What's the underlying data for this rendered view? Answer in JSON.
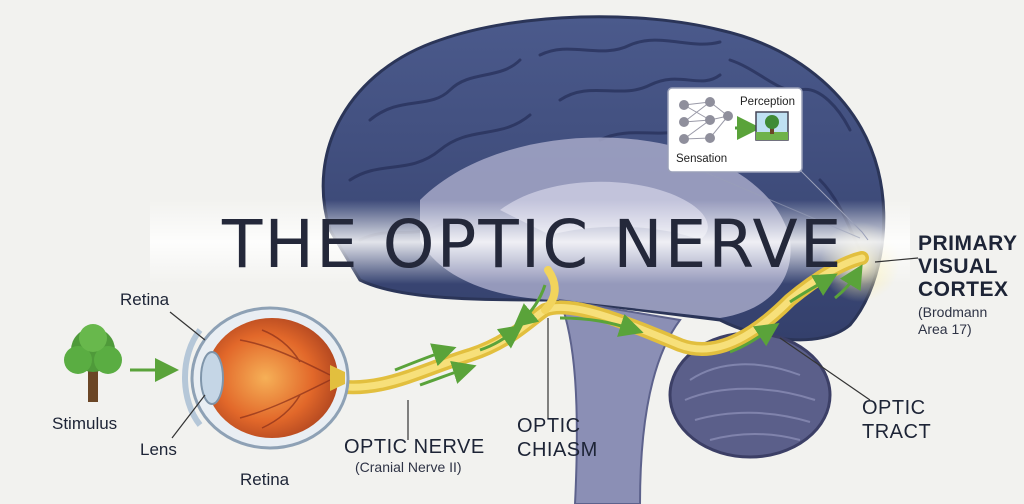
{
  "title": "THE OPTIC NERVE",
  "labels": {
    "retina_top": "Retina",
    "retina_bottom": "Retina",
    "stimulus": "Stimulus",
    "lens": "Lens",
    "optic_nerve": "OPTIC NERVE",
    "optic_nerve_sub": "(Cranial Nerve II)",
    "optic_chiasm_1": "OPTIC",
    "optic_chiasm_2": "CHIASM",
    "optic_tract_1": "OPTIC",
    "optic_tract_2": "TRACT",
    "cortex_1": "PRIMARY",
    "cortex_2": "VISUAL",
    "cortex_3": "CORTEX",
    "cortex_sub_1": "(Brodmann",
    "cortex_sub_2": "Area 17)"
  },
  "inset": {
    "sensation": "Sensation",
    "perception": "Perception"
  },
  "colors": {
    "brain": "#3e4a78",
    "brain_inner": "#9a9cc0",
    "nerve": "#f2d45c",
    "arrow": "#5aa33a",
    "eye": "#e0662a"
  }
}
